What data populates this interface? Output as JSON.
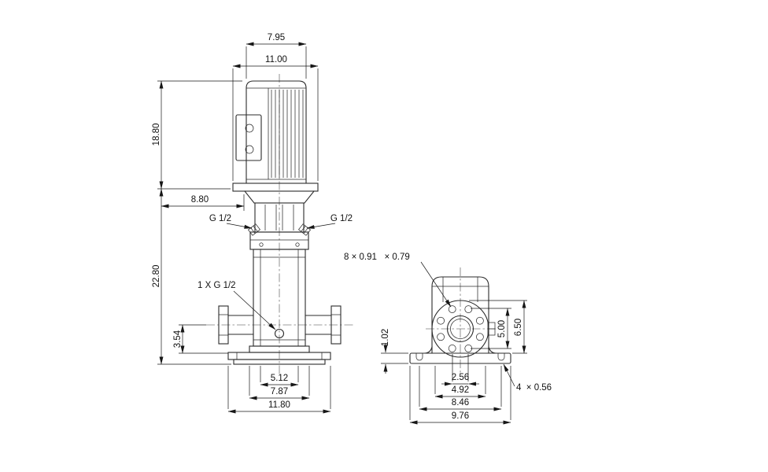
{
  "dims": {
    "front": {
      "motor_top_width": "7.95",
      "motor_flange_width": "11.00",
      "motor_height": "18.80",
      "coupling_offset": "8.80",
      "gauge_port_left": "G 1/2",
      "gauge_port_right": "G 1/2",
      "pump_height": "22.80",
      "drain_port": "1 X G 1/2",
      "port_centerline_height": "3.54",
      "chamber_width": "5.12",
      "head_width": "7.87",
      "base_width": "11.80"
    },
    "side": {
      "flange_bolt_holes": "8 × 0.91   × 0.79",
      "base_plate_thickness": "1.02",
      "bolt_circle_span": "5.00",
      "flange_height": "6.50",
      "bolt_pitch_inner": "2.56",
      "bolt_pitch_outer": "4.92",
      "foot_hole_span": "8.46",
      "base_depth": "9.76",
      "base_holes": "4  × 0.56"
    }
  }
}
